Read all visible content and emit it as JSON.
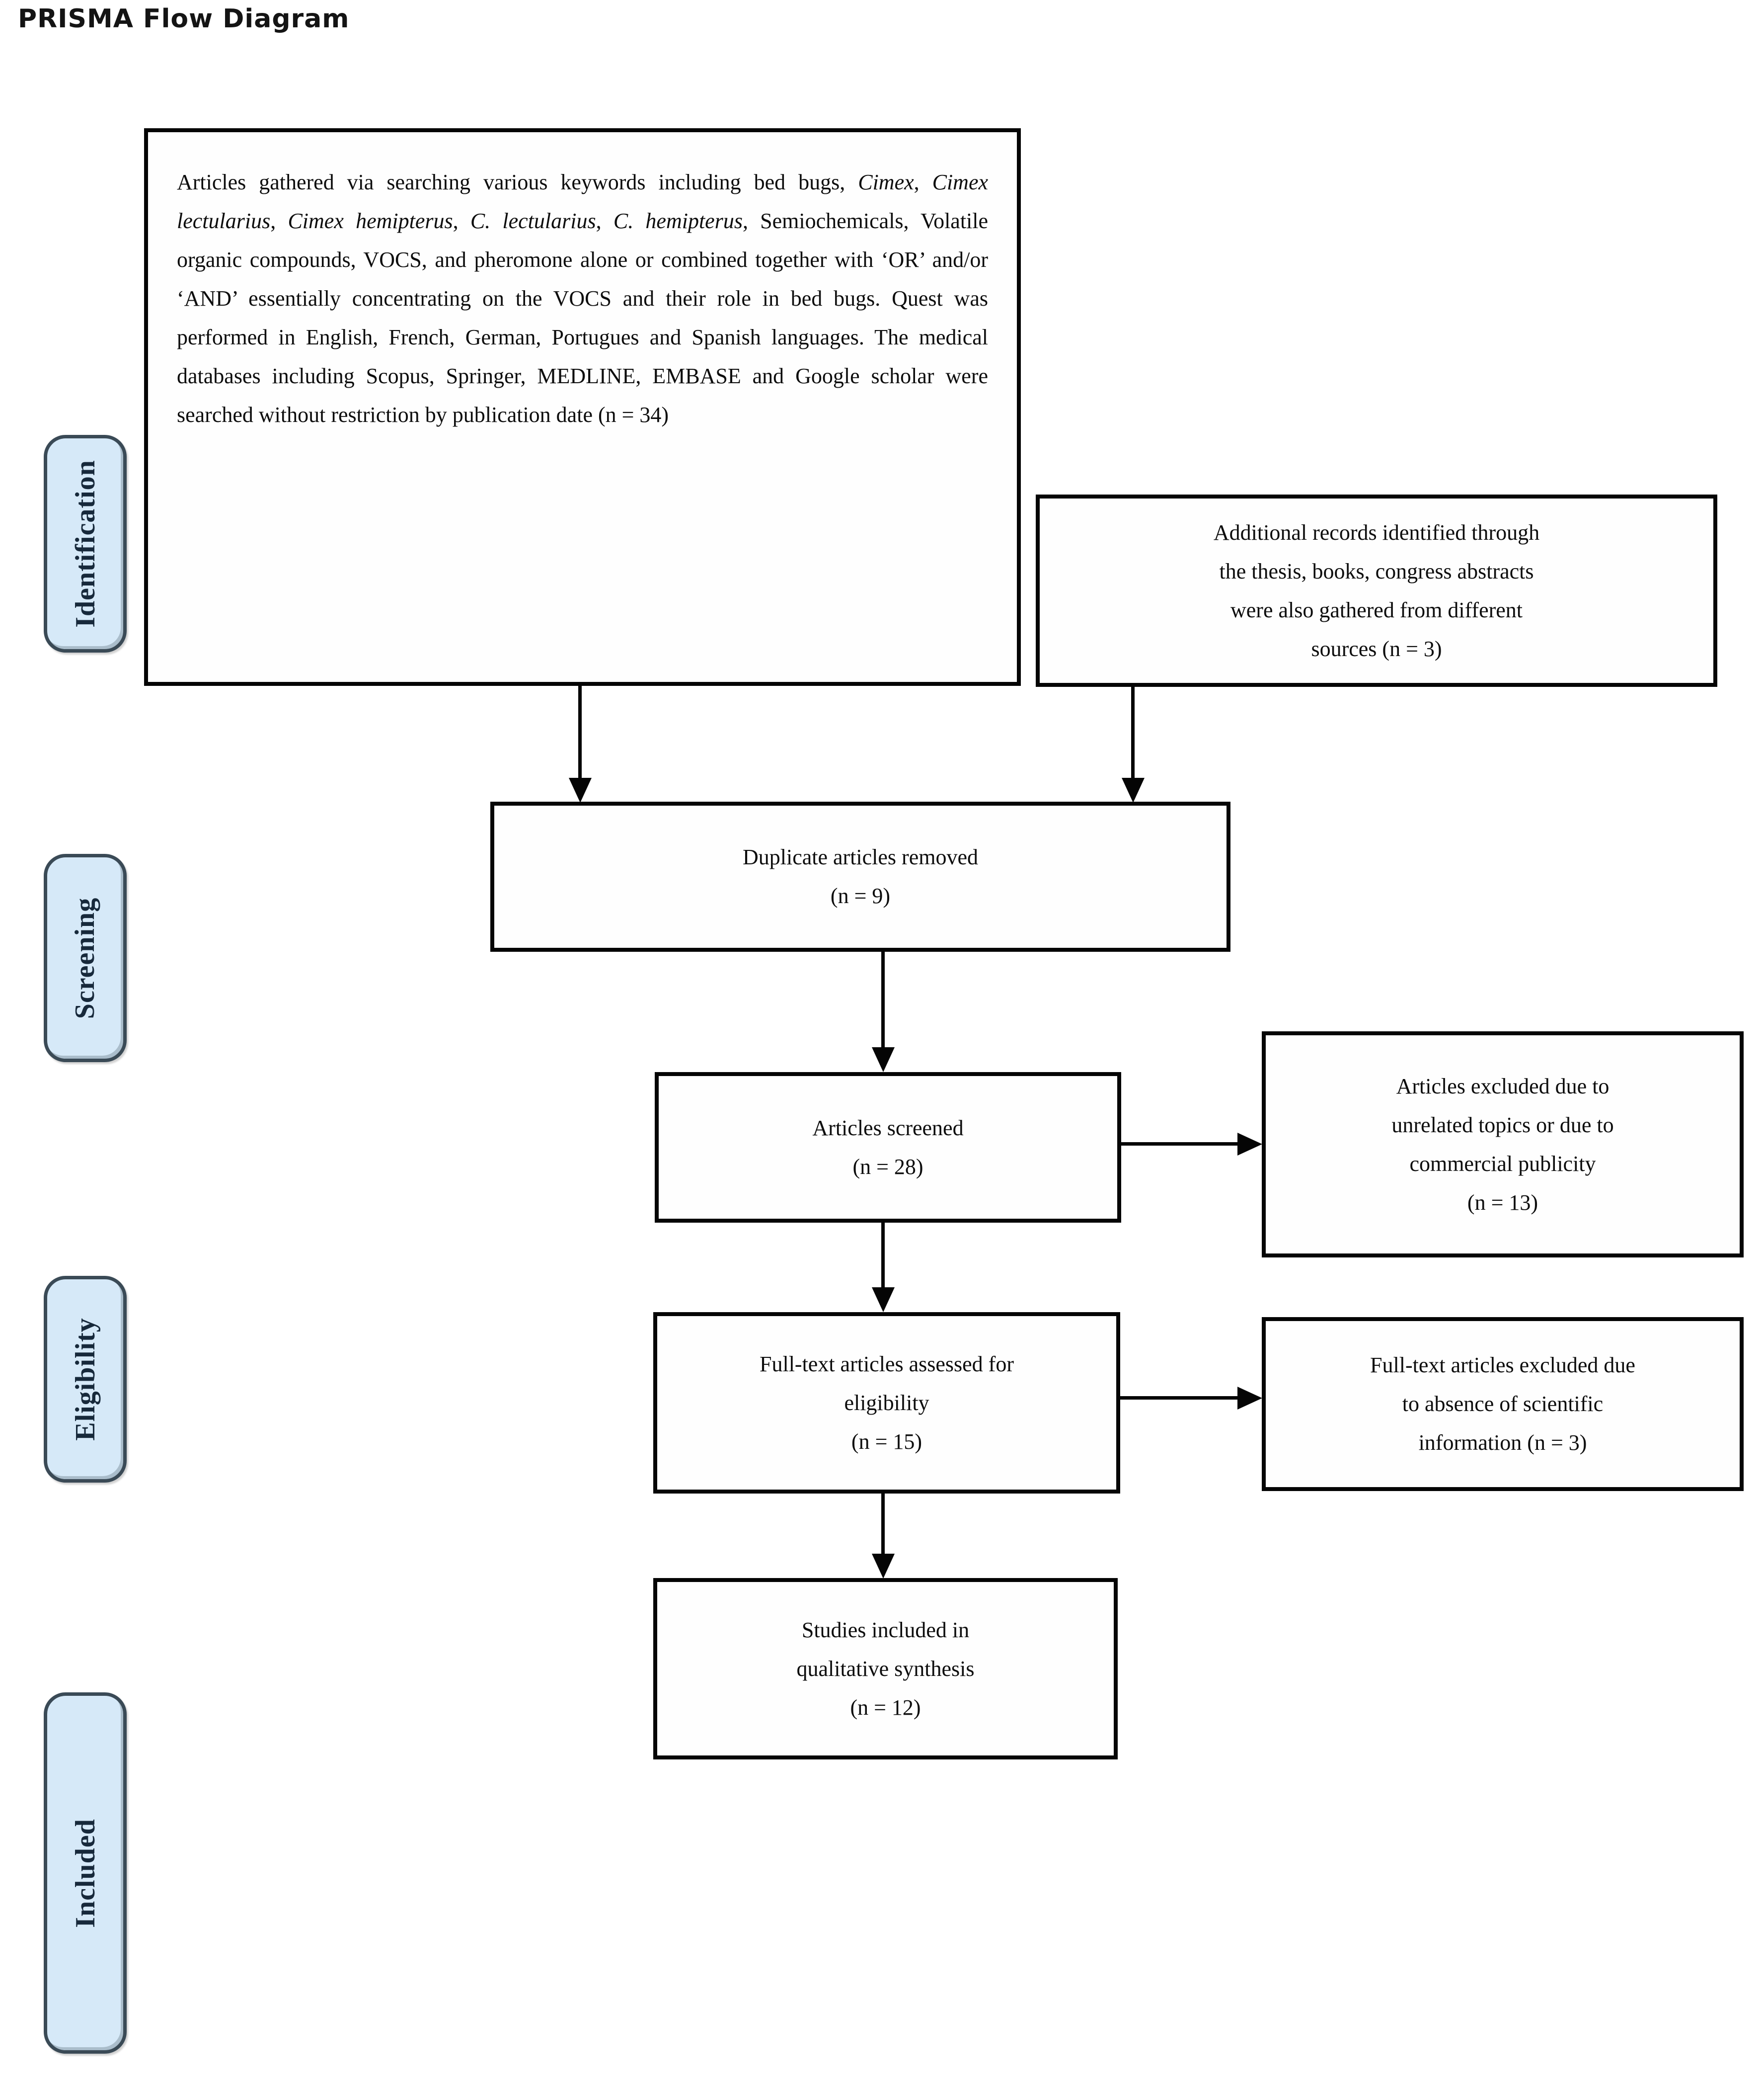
{
  "page": {
    "title": "PRISMA Flow Diagram"
  },
  "diagram": {
    "stages": [
      {
        "label": "Identification"
      },
      {
        "label": "Screening"
      },
      {
        "label": "Eligibility"
      },
      {
        "label": "Included"
      }
    ],
    "boxes": {
      "identification_records": {
        "rich": [
          {
            "t": "Articles gathered via searching various keywords including bed bugs, ",
            "i": false
          },
          {
            "t": "Cimex",
            "i": true
          },
          {
            "t": ", ",
            "i": false
          },
          {
            "t": "Cimex lectularius",
            "i": true
          },
          {
            "t": ", ",
            "i": false
          },
          {
            "t": "Cimex hemipterus",
            "i": true
          },
          {
            "t": ", ",
            "i": false
          },
          {
            "t": "C. lectularius",
            "i": true
          },
          {
            "t": ", ",
            "i": false
          },
          {
            "t": "C. hemipterus",
            "i": true
          },
          {
            "t": ", Semiochemicals, Volatile organic compounds, VOCS, and pheromone alone or combined together with ‘OR’ and/or ‘AND’ essentially concentrating on the VOCS and their role in bed bugs. Quest was performed in English, French, German, Portugues and Spanish languages. The medical databases including Scopus, Springer, MEDLINE, EMBASE and Google scholar were searched without restriction by publication date (n = 34)",
            "i": false
          }
        ]
      },
      "additional_records": {
        "text": "Additional records identified through\nthe thesis, books, congress abstracts\nwere also gathered from different\nsources (n = 3)"
      },
      "duplicates_removed": {
        "text": "Duplicate articles removed\n(n = 9)"
      },
      "articles_screened": {
        "text": "Articles screened\n(n = 28)"
      },
      "articles_excluded_screening": {
        "text": "Articles excluded due to\nunrelated topics or due to\ncommercial publicity\n(n = 13)"
      },
      "fulltext_assessed": {
        "text": "Full-text articles assessed for\neligibility\n(n = 15)"
      },
      "fulltext_excluded": {
        "text": "Full-text articles excluded due\nto absence of scientific\ninformation (n = 3)"
      },
      "studies_included": {
        "text": "Studies included in\nqualitative synthesis\n(n = 12)"
      }
    },
    "counts": {
      "identified": 34,
      "additional_sources": 3,
      "duplicates_removed": 9,
      "screened": 28,
      "excluded_screening": 13,
      "fulltext_assessed": 15,
      "fulltext_excluded": 3,
      "included_qualitative": 12
    },
    "colors": {
      "stage_fill": "#d6e9f8",
      "stage_border": "#3a4a56",
      "stage_text": "#17293b",
      "box_border": "#050505",
      "background": "#ffffff"
    }
  }
}
